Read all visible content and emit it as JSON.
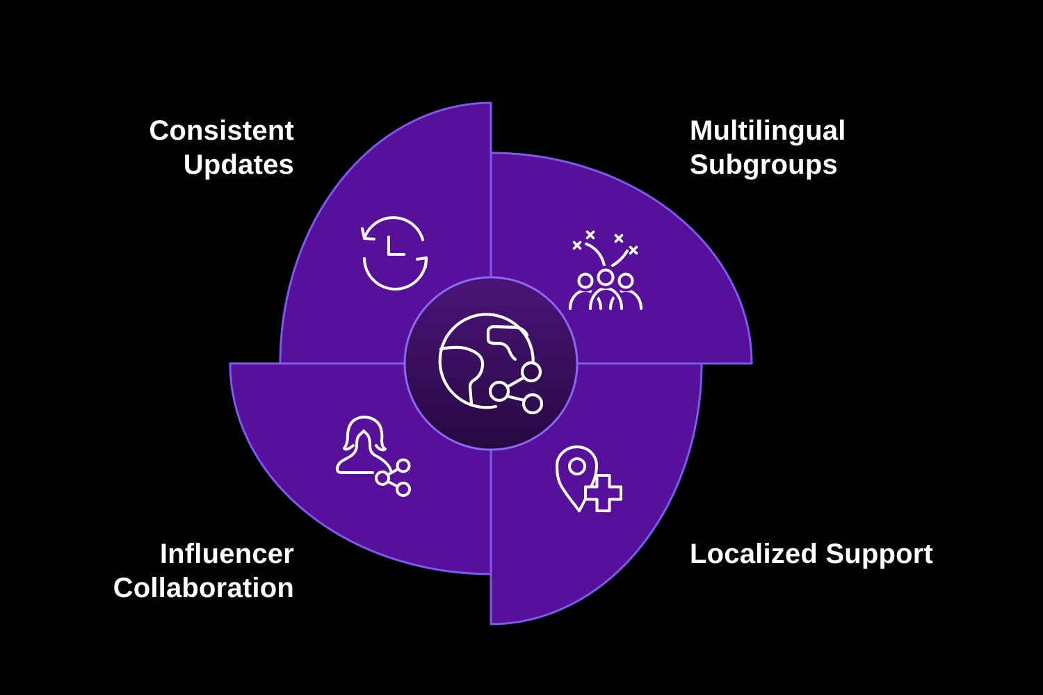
{
  "diagram": {
    "type": "pinwheel-cycle-infographic",
    "background": "#000000",
    "colors": {
      "blade_fill": "#57109a",
      "blade_stroke": "#7c5af0",
      "badge_gradient_top": "#4b1579",
      "badge_gradient_bottom": "#250841",
      "badge_stroke": "#8868f4",
      "icon_stroke": "#ffffff",
      "label_color": "#ffffff"
    },
    "center": {
      "icon": "globe-share-icon"
    },
    "segments": [
      {
        "position": "top-left",
        "label": "Consistent\nUpdates",
        "icon": "sync-clock-icon"
      },
      {
        "position": "top-right",
        "label": "Multilingual\nSubgroups",
        "icon": "celebration-people-icon"
      },
      {
        "position": "bottom-left",
        "label": "Influencer\nCollaboration",
        "icon": "person-share-icon"
      },
      {
        "position": "bottom-right",
        "label": "Localized Support",
        "icon": "location-plus-icon"
      }
    ]
  }
}
